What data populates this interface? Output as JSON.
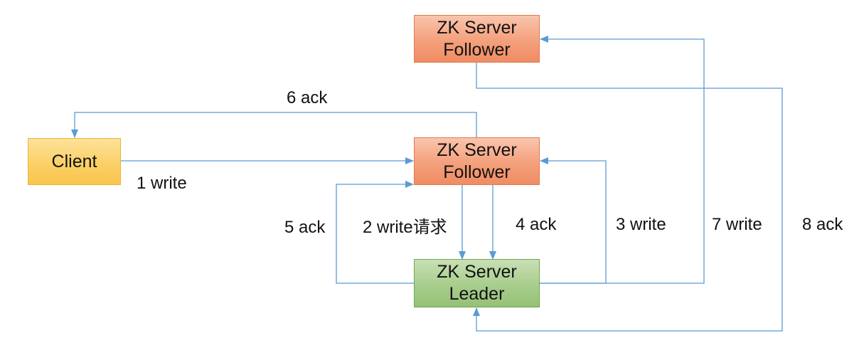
{
  "nodes": {
    "follower_top": {
      "line1": "ZK Server",
      "line2": "Follower"
    },
    "follower_mid": {
      "line1": "ZK Server",
      "line2": "Follower"
    },
    "leader": {
      "line1": "ZK Server",
      "line2": "Leader"
    },
    "client": {
      "label": "Client"
    }
  },
  "edges": {
    "e1": "1 write",
    "e2": "2 write请求",
    "e3": "3 write",
    "e4": "4 ack",
    "e5": "5 ack",
    "e6": "6 ack",
    "e7": "7 write",
    "e8": "8 ack"
  },
  "colors": {
    "connector": "#5b9bd5",
    "follower_fill": "#f4a07c",
    "leader_fill": "#a8cd8c",
    "client_fill": "#fbd067"
  }
}
